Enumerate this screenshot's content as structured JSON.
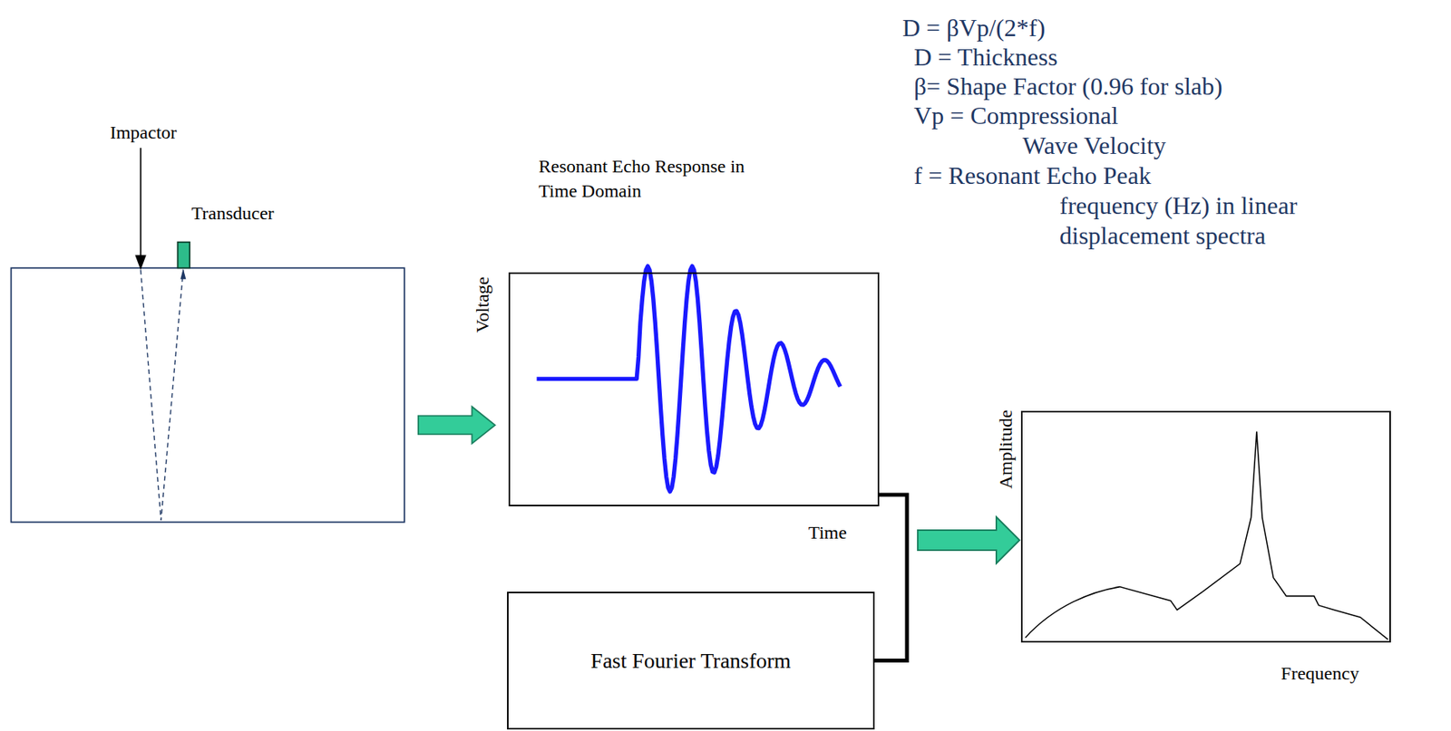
{
  "diagram": {
    "nodes": [
      {
        "text": [
          "Resonant Echo Response in Time Domain",
          "Voltage",
          "Time"
        ]
      },
      {
        "text": [
          "Fast Fourier Transform"
        ]
      },
      {
        "text": [
          "Amplitude",
          "Frequency"
        ]
      }
    ],
    "edges": [
      {
        "from": 0,
        "to": 2,
        "arrow": "to"
      },
      {
        "from": 1,
        "to": 2,
        "arrow": "to"
      }
    ],
    "labels": [
      "Impactor",
      "Transducer",
      "D = βVp/(2*f)",
      "D = Thickness",
      "β= Shape Factor (0.96 for slab)",
      "Vp = Compressional Wave Velocity",
      "f = Resonant Echo Peak frequency (Hz) in linear displacement spectra"
    ]
  }
}
